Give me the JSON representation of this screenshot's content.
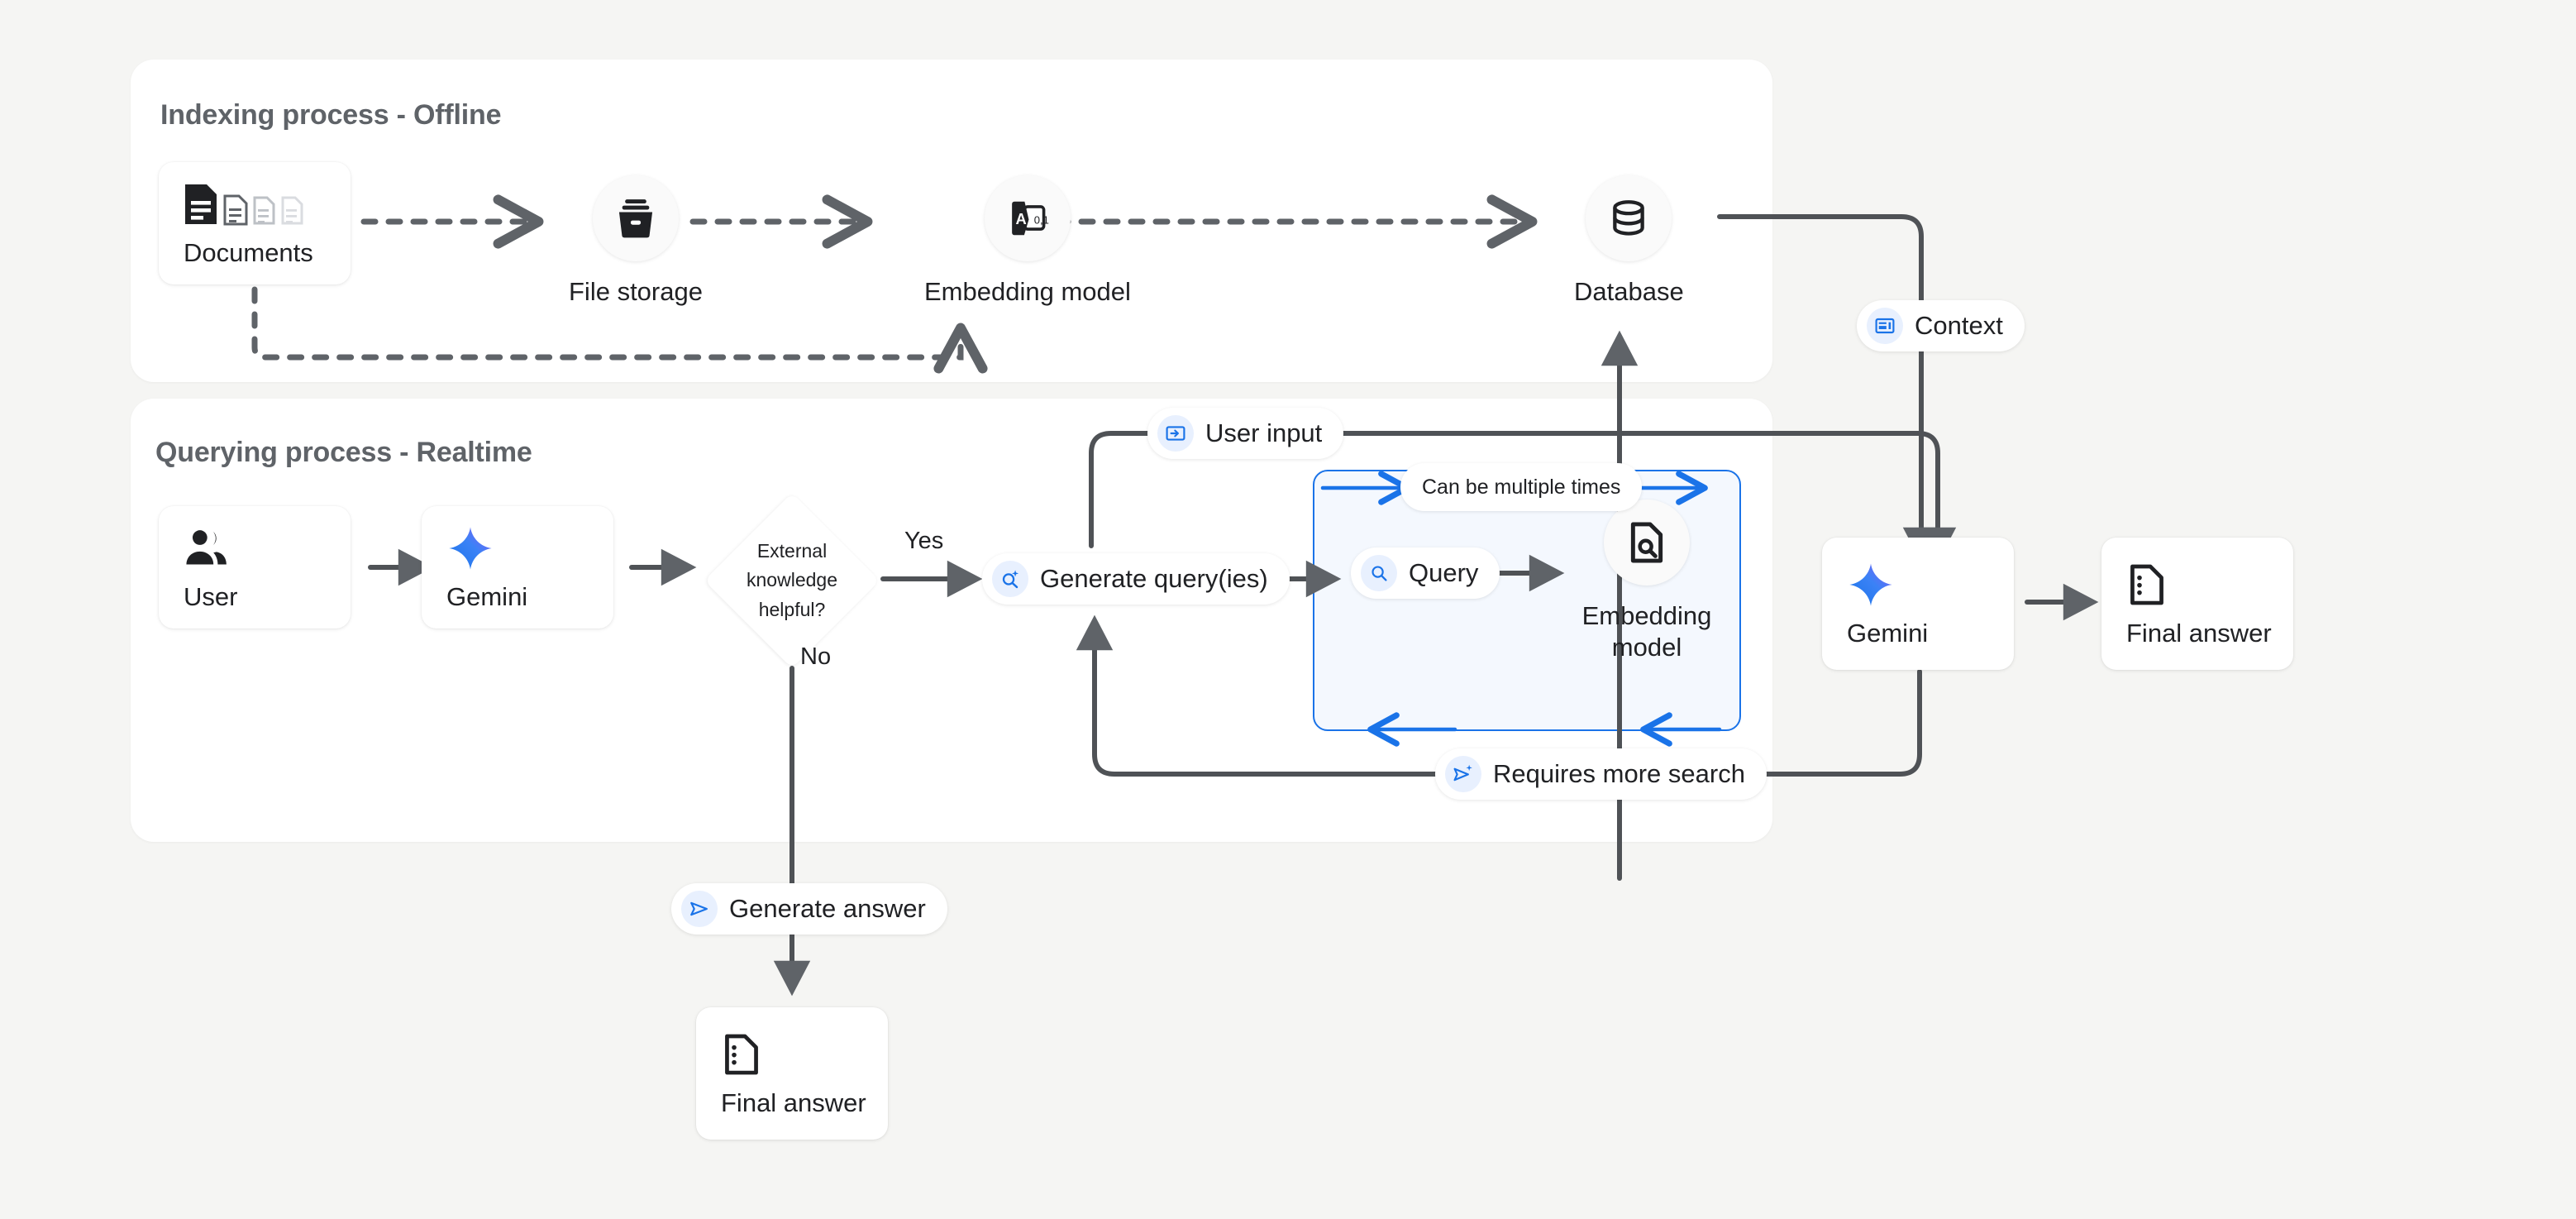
{
  "diagram": {
    "title": "RAG indexing and querying process flow",
    "background_color": "#f5f5f3",
    "accent_color": "#1a73e8",
    "panels": [
      {
        "id": "indexing",
        "title": "Indexing process - Offline"
      },
      {
        "id": "querying",
        "title": "Querying process - Realtime"
      }
    ]
  },
  "indexing": {
    "title": "Indexing process - Offline",
    "nodes": [
      {
        "id": "documents",
        "label": "Documents",
        "icon": "documents-icon",
        "shape": "card"
      },
      {
        "id": "file-storage",
        "label": "File storage",
        "icon": "file-storage-icon",
        "shape": "circle"
      },
      {
        "id": "embedding-model",
        "label": "Embedding model",
        "icon": "embedding-model-icon",
        "shape": "circle"
      },
      {
        "id": "database",
        "label": "Database",
        "icon": "database-icon",
        "shape": "circle"
      }
    ]
  },
  "querying": {
    "title": "Querying process - Realtime",
    "nodes": [
      {
        "id": "user",
        "label": "User",
        "icon": "user-icon",
        "shape": "card"
      },
      {
        "id": "gemini-left",
        "label": "Gemini",
        "icon": "gemini-sparkle-icon",
        "shape": "card"
      },
      {
        "id": "gemini-right",
        "label": "Gemini",
        "icon": "gemini-sparkle-icon",
        "shape": "card"
      },
      {
        "id": "final-answer-right",
        "label": "Final answer",
        "icon": "final-answer-icon",
        "shape": "card"
      },
      {
        "id": "final-answer-bottom",
        "label": "Final answer",
        "icon": "final-answer-icon",
        "shape": "card"
      },
      {
        "id": "embedding-model-loop",
        "label": "Embedding model",
        "icon": "doc-search-icon",
        "shape": "circle"
      }
    ],
    "decision": {
      "id": "external-knowledge-helpful",
      "lines": [
        "External",
        "knowledge",
        "helpful?"
      ],
      "branches": {
        "yes": "Yes",
        "no": "No"
      }
    },
    "chips": [
      {
        "id": "user-input",
        "label": "User input",
        "icon": "input-box-icon"
      },
      {
        "id": "context",
        "label": "Context",
        "icon": "context-panel-icon"
      },
      {
        "id": "generate-queries",
        "label": "Generate query(ies)",
        "icon": "search-sparkle-icon"
      },
      {
        "id": "query",
        "label": "Query",
        "icon": "search-icon"
      },
      {
        "id": "requires-more-search",
        "label": "Requires more search",
        "icon": "send-sparkle-icon"
      },
      {
        "id": "generate-answer",
        "label": "Generate answer",
        "icon": "send-icon"
      }
    ],
    "loop_note": "Can be multiple times"
  }
}
